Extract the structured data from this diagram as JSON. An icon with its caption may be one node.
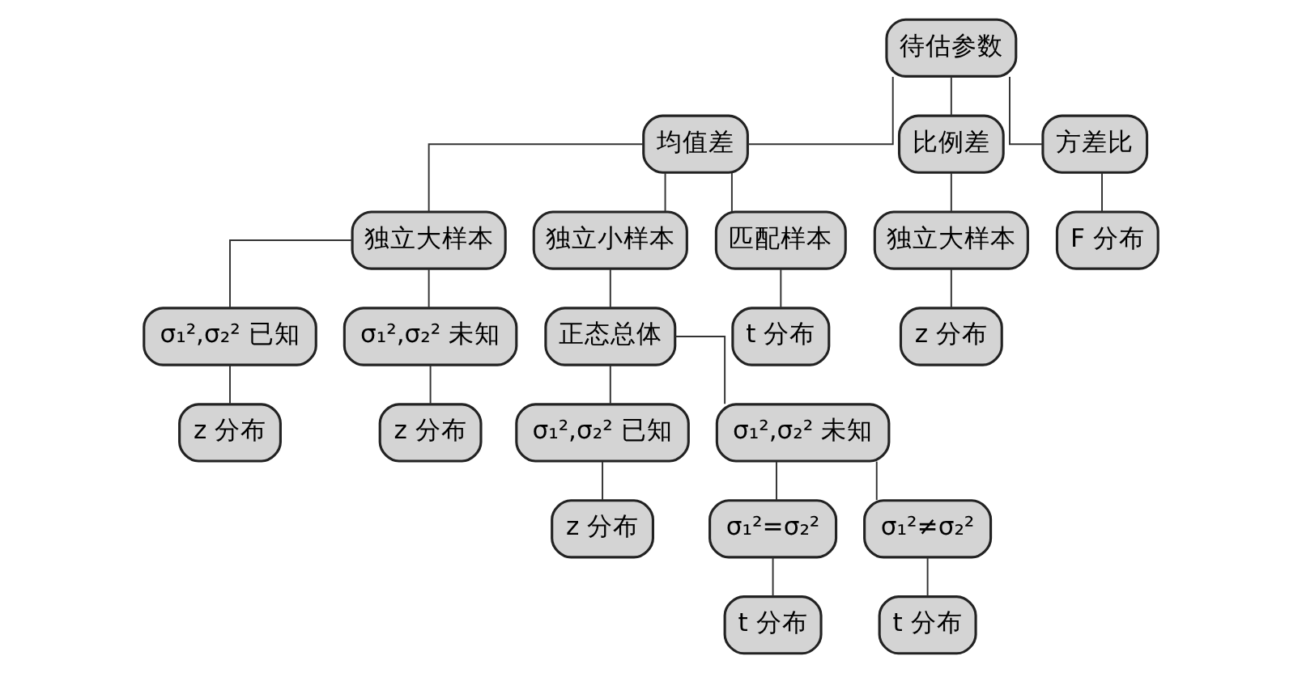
{
  "diagram": {
    "nodes": [
      {
        "text": [
          "待估参数"
        ]
      },
      {
        "text": [
          "均值差"
        ]
      },
      {
        "text": [
          "比例差"
        ]
      },
      {
        "text": [
          "方差比"
        ]
      },
      {
        "text": [
          "独立大样本"
        ]
      },
      {
        "text": [
          "独立小样本"
        ]
      },
      {
        "text": [
          "匹配样本"
        ]
      },
      {
        "text": [
          "独立大样本"
        ]
      },
      {
        "text": [
          "F 分布"
        ]
      },
      {
        "text": [
          "σ₁²,σ₂² 已知"
        ]
      },
      {
        "text": [
          "z 分布"
        ]
      },
      {
        "text": [
          "σ₁²,σ₂² 未知"
        ]
      },
      {
        "text": [
          "z 分布"
        ]
      },
      {
        "text": [
          "正态总体"
        ]
      },
      {
        "text": [
          "t 分布"
        ]
      },
      {
        "text": [
          "z 分布"
        ]
      },
      {
        "text": [
          "σ₁²,σ₂² 已知"
        ]
      },
      {
        "text": [
          "σ₁²,σ₂² 未知"
        ]
      },
      {
        "text": [
          "z 分布"
        ]
      },
      {
        "text": [
          "σ₁²=σ₂²"
        ]
      },
      {
        "text": [
          "σ₁²≠σ₂²"
        ]
      },
      {
        "text": [
          "t 分布"
        ]
      },
      {
        "text": [
          "t 分布"
        ]
      }
    ],
    "edges": [
      {
        "from": 0,
        "to": 1,
        "arrow": "none"
      },
      {
        "from": 0,
        "to": 2,
        "arrow": "none"
      },
      {
        "from": 0,
        "to": 3,
        "arrow": "none"
      },
      {
        "from": 1,
        "to": 4,
        "arrow": "none"
      },
      {
        "from": 1,
        "to": 5,
        "arrow": "none"
      },
      {
        "from": 1,
        "to": 6,
        "arrow": "none"
      },
      {
        "from": 2,
        "to": 7,
        "arrow": "none"
      },
      {
        "from": 3,
        "to": 8,
        "arrow": "none"
      },
      {
        "from": 4,
        "to": 9,
        "arrow": "none"
      },
      {
        "from": 9,
        "to": 10,
        "arrow": "none"
      },
      {
        "from": 4,
        "to": 11,
        "arrow": "none"
      },
      {
        "from": 11,
        "to": 12,
        "arrow": "none"
      },
      {
        "from": 5,
        "to": 13,
        "arrow": "none"
      },
      {
        "from": 6,
        "to": 14,
        "arrow": "none"
      },
      {
        "from": 7,
        "to": 15,
        "arrow": "none"
      },
      {
        "from": 13,
        "to": 16,
        "arrow": "none"
      },
      {
        "from": 13,
        "to": 17,
        "arrow": "none"
      },
      {
        "from": 16,
        "to": 18,
        "arrow": "none"
      },
      {
        "from": 17,
        "to": 19,
        "arrow": "none"
      },
      {
        "from": 17,
        "to": 20,
        "arrow": "none"
      },
      {
        "from": 19,
        "to": 21,
        "arrow": "none"
      },
      {
        "from": 20,
        "to": 22,
        "arrow": "none"
      }
    ]
  }
}
